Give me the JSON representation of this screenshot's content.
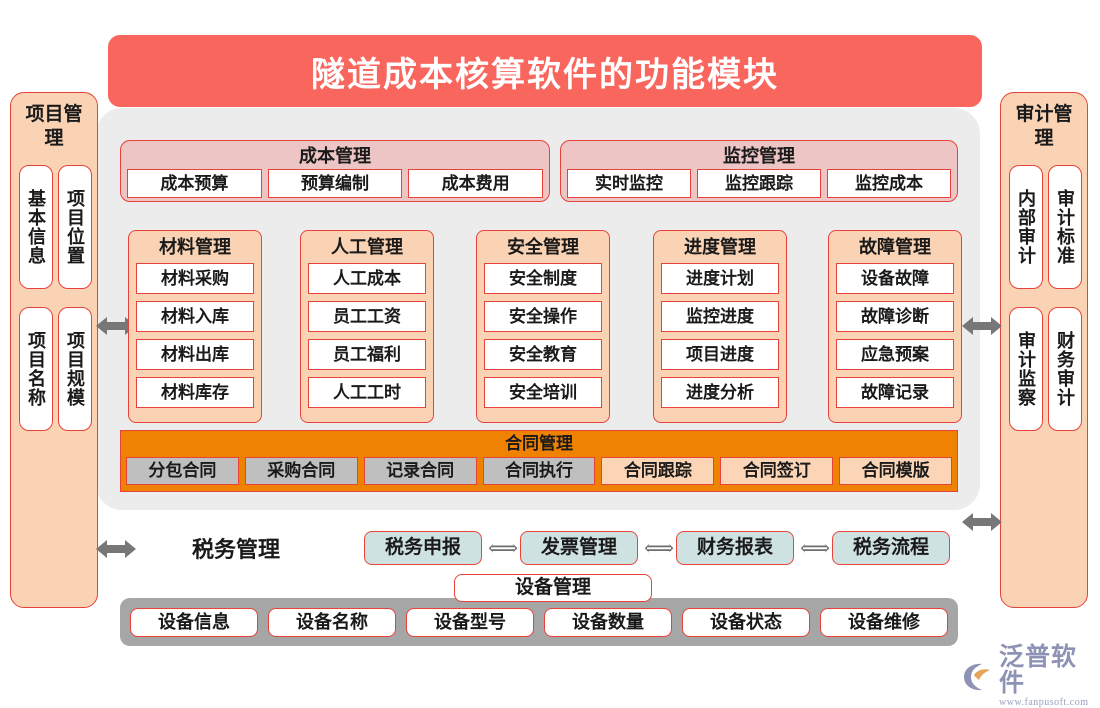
{
  "title": "隧道成本核算软件的功能模块",
  "left_panel": {
    "title": "项目管理",
    "items": [
      {
        "label": "基本信息"
      },
      {
        "label": "项目位置"
      },
      {
        "label": "项目名称"
      },
      {
        "label": "项目规模"
      }
    ]
  },
  "right_panel": {
    "title": "审计管理",
    "items": [
      {
        "label": "内部审计"
      },
      {
        "label": "审计标准"
      },
      {
        "label": "审计监察"
      },
      {
        "label": "财务审计"
      }
    ]
  },
  "top_groups": [
    {
      "title": "成本管理",
      "items": [
        "成本预算",
        "预算编制",
        "成本费用"
      ]
    },
    {
      "title": "监控管理",
      "items": [
        "实时监控",
        "监控跟踪",
        "监控成本"
      ]
    }
  ],
  "columns": [
    {
      "title": "材料管理",
      "items": [
        "材料采购",
        "材料入库",
        "材料出库",
        "材料库存"
      ]
    },
    {
      "title": "人工管理",
      "items": [
        "人工成本",
        "员工工资",
        "员工福利",
        "人工工时"
      ]
    },
    {
      "title": "安全管理",
      "items": [
        "安全制度",
        "安全操作",
        "安全教育",
        "安全培训"
      ]
    },
    {
      "title": "进度管理",
      "items": [
        "进度计划",
        "监控进度",
        "项目进度",
        "进度分析"
      ]
    },
    {
      "title": "故障管理",
      "items": [
        "设备故障",
        "故障诊断",
        "应急预案",
        "故障记录"
      ]
    }
  ],
  "contract": {
    "title": "合同管理",
    "items": [
      {
        "label": "分包合同",
        "style": "gray"
      },
      {
        "label": "采购合同",
        "style": "gray"
      },
      {
        "label": "记录合同",
        "style": "gray"
      },
      {
        "label": "合同执行",
        "style": "gray"
      },
      {
        "label": "合同跟踪",
        "style": "peach"
      },
      {
        "label": "合同签订",
        "style": "peach"
      },
      {
        "label": "合同模版",
        "style": "peach"
      }
    ]
  },
  "tax": {
    "label": "税务管理",
    "items": [
      "税务申报",
      "发票管理",
      "财务报表",
      "税务流程"
    ],
    "connector": "⟺"
  },
  "equipment": {
    "title": "设备管理",
    "items": [
      "设备信息",
      "设备名称",
      "设备型号",
      "设备数量",
      "设备状态",
      "设备维修"
    ]
  },
  "logo": {
    "name": "泛普软件",
    "url": "www.fanpusoft.com"
  },
  "colors": {
    "banner": "#f9665e",
    "stage": "#ececec",
    "panel": "#f9d3b4",
    "border": "#e8433a",
    "contract_bar": "#ef8200",
    "equipment_bar": "#a6a6a6",
    "tax_chip": "#cfe2e2",
    "group_head": "#eec5c5",
    "arrow": "#6e6e6e"
  }
}
